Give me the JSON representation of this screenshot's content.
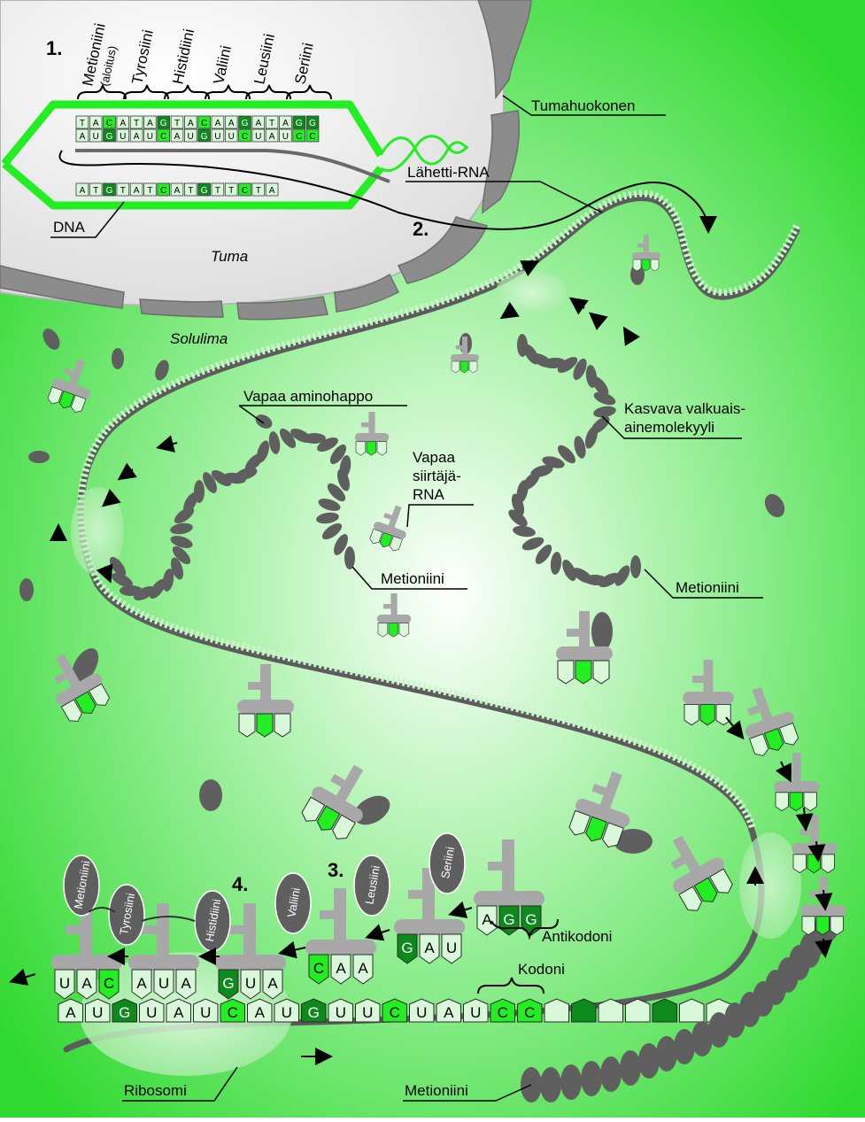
{
  "steps": {
    "s1": "1.",
    "s2": "2.",
    "s3": "3.",
    "s4": "4."
  },
  "codon_labels": [
    "Metioniini",
    "(aloitus)",
    "Tyrosiini",
    "Histidiini",
    "Valiini",
    "Leusiini",
    "Seriini"
  ],
  "dna_template_strand": [
    "T",
    "A",
    "C",
    "A",
    "T",
    "A",
    "G",
    "T",
    "A",
    "C",
    "A",
    "A",
    "G",
    "A",
    "T",
    "A",
    "G",
    "G"
  ],
  "dna_coding_strand": [
    "A",
    "T",
    "G",
    "T",
    "A",
    "T",
    "C",
    "A",
    "T",
    "G",
    "T",
    "T",
    "C",
    "T",
    "A"
  ],
  "mrna_in_nucleus": [
    "A",
    "U",
    "G",
    "U",
    "A",
    "U",
    "C",
    "A",
    "U",
    "G",
    "U",
    "U",
    "C",
    "U",
    "A",
    "U",
    "C",
    "C"
  ],
  "labels": {
    "tumahuokonen": "Tumahuokonen",
    "lahetti_rna": "Lähetti-RNA",
    "dna": "DNA",
    "tuma": "Tuma",
    "solulima": "Solulima",
    "vapaa_aminohappo": "Vapaa aminohappo",
    "kasvava_1": "Kasvava valkuais-",
    "kasvava_2": "ainemolekyyli",
    "vapaa_srna_1": "Vapaa",
    "vapaa_srna_2": "siirtäjä-",
    "vapaa_srna_3": "RNA",
    "metioniini": "Metioniini",
    "antikodoni": "Antikodoni",
    "kodoni": "Kodoni",
    "ribosomi": "Ribosomi"
  },
  "ribosome_mrna": [
    "A",
    "U",
    "G",
    "U",
    "A",
    "U",
    "C",
    "A",
    "U",
    "G",
    "U",
    "U",
    "C",
    "U",
    "A",
    "U",
    "C",
    "C"
  ],
  "trnas_bound": [
    {
      "amino": "Metioniini",
      "anticodon": [
        "U",
        "A",
        "C"
      ]
    },
    {
      "amino": "Tyrosiini",
      "anticodon": [
        "A",
        "U",
        "A"
      ]
    },
    {
      "amino": "Histidiini",
      "anticodon": [
        "G",
        "U",
        "A"
      ]
    },
    {
      "amino": "Valiini",
      "anticodon": [
        "C",
        "A",
        "A"
      ]
    },
    {
      "amino": "Leusiini",
      "anticodon": [
        "G",
        "A",
        "U"
      ]
    },
    {
      "amino": "Seriini",
      "anticodon": [
        "A",
        "G",
        "G"
      ]
    }
  ],
  "colors": {
    "background_green": "#33dd33",
    "nucleus_grey": "#e6e6e6",
    "membrane_grey": "#8a8a8a",
    "dna_green": "#22ee22",
    "molecule_dark": "#5f5f5f",
    "trna_grey": "#a8a8a8",
    "pale_green": "#d9f7d9",
    "dark_green": "#0c8a1c"
  }
}
